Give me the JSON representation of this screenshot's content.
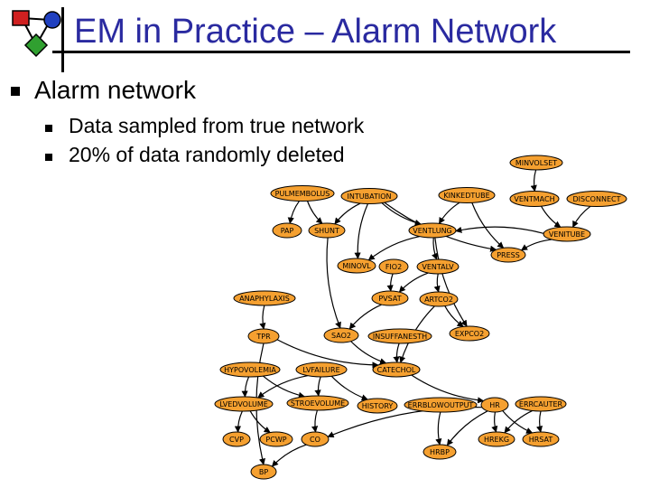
{
  "slide": {
    "title": "EM in Practice – Alarm Network",
    "bullet": "Alarm network",
    "sub_bullets": [
      "Data sampled from true network",
      "20% of data randomly deleted"
    ]
  },
  "colors": {
    "title": "#2a2aa0",
    "node_fill": "#f5a030",
    "node_stroke": "#000000"
  },
  "network": {
    "nodes": [
      {
        "id": "MINVOLSET",
        "label": "MINVOLSET"
      },
      {
        "id": "PULMEMBOLUS",
        "label": "PULMEMBOLUS"
      },
      {
        "id": "INTUBATION",
        "label": "INTUBATION"
      },
      {
        "id": "KINKEDTUBE",
        "label": "KINKEDTUBE"
      },
      {
        "id": "VENTMACH",
        "label": "VENTMACH"
      },
      {
        "id": "DISCONNECT",
        "label": "DISCONNECT"
      },
      {
        "id": "PAP",
        "label": "PAP"
      },
      {
        "id": "SHUNT",
        "label": "SHUNT"
      },
      {
        "id": "VENTLUNG",
        "label": "VENTLUNG"
      },
      {
        "id": "VENITUBE",
        "label": "VENITUBE"
      },
      {
        "id": "PRESS",
        "label": "PRESS"
      },
      {
        "id": "MINOVL",
        "label": "MINOVL"
      },
      {
        "id": "FIO2",
        "label": "FIO2"
      },
      {
        "id": "VENTALV",
        "label": "VENTALV"
      },
      {
        "id": "ANAPHYLAXIS",
        "label": "ANAPHYLAXIS"
      },
      {
        "id": "PVSAT",
        "label": "PVSAT"
      },
      {
        "id": "ARTCO2",
        "label": "ARTCO2"
      },
      {
        "id": "TPR",
        "label": "TPR"
      },
      {
        "id": "SAO2",
        "label": "SAO2"
      },
      {
        "id": "INSUFFANESTH",
        "label": "INSUFFANESTH"
      },
      {
        "id": "EXPCO2",
        "label": "EXPCO2"
      },
      {
        "id": "HYPOVOLEMIA",
        "label": "HYPOVOLEMIA"
      },
      {
        "id": "LVFAILURE",
        "label": "LVFAILURE"
      },
      {
        "id": "CATECHOL",
        "label": "CATECHOL"
      },
      {
        "id": "LVEDVOLUME",
        "label": "LVEDVOLUME"
      },
      {
        "id": "STROEVOLUME",
        "label": "STROEVOLUME"
      },
      {
        "id": "HISTORY",
        "label": "HISTORY"
      },
      {
        "id": "ERRBLOWOUTPUT",
        "label": "ERRBLOWOUTPUT"
      },
      {
        "id": "HR",
        "label": "HR"
      },
      {
        "id": "ERRCAUTER",
        "label": "ERRCAUTER"
      },
      {
        "id": "CVP",
        "label": "CVP"
      },
      {
        "id": "PCWP",
        "label": "PCWP"
      },
      {
        "id": "CO",
        "label": "CO"
      },
      {
        "id": "HREKG",
        "label": "HREKG"
      },
      {
        "id": "HRSAT",
        "label": "HRSAT"
      },
      {
        "id": "HRBP",
        "label": "HRBP"
      },
      {
        "id": "BP",
        "label": "BP"
      }
    ],
    "edges": [
      [
        "MINVOLSET",
        "VENTMACH"
      ],
      [
        "VENTMACH",
        "VENITUBE"
      ],
      [
        "DISCONNECT",
        "VENITUBE"
      ],
      [
        "PULMEMBOLUS",
        "PAP"
      ],
      [
        "PULMEMBOLUS",
        "SHUNT"
      ],
      [
        "INTUBATION",
        "SHUNT"
      ],
      [
        "INTUBATION",
        "VENTLUNG"
      ],
      [
        "INTUBATION",
        "MINOVL"
      ],
      [
        "INTUBATION",
        "PRESS"
      ],
      [
        "KINKEDTUBE",
        "VENTLUNG"
      ],
      [
        "KINKEDTUBE",
        "PRESS"
      ],
      [
        "VENITUBE",
        "VENTLUNG"
      ],
      [
        "VENITUBE",
        "PRESS"
      ],
      [
        "VENTLUNG",
        "MINOVL"
      ],
      [
        "VENTLUNG",
        "VENTALV"
      ],
      [
        "VENTLUNG",
        "EXPCO2"
      ],
      [
        "SHUNT",
        "SAO2"
      ],
      [
        "FIO2",
        "PVSAT"
      ],
      [
        "VENTALV",
        "PVSAT"
      ],
      [
        "VENTALV",
        "ARTCO2"
      ],
      [
        "PVSAT",
        "SAO2"
      ],
      [
        "ARTCO2",
        "EXPCO2"
      ],
      [
        "ARTCO2",
        "CATECHOL"
      ],
      [
        "ANAPHYLAXIS",
        "TPR"
      ],
      [
        "SAO2",
        "CATECHOL"
      ],
      [
        "INSUFFANESTH",
        "CATECHOL"
      ],
      [
        "TPR",
        "CATECHOL"
      ],
      [
        "TPR",
        "BP"
      ],
      [
        "HYPOVOLEMIA",
        "LVEDVOLUME"
      ],
      [
        "HYPOVOLEMIA",
        "STROEVOLUME"
      ],
      [
        "LVFAILURE",
        "HISTORY"
      ],
      [
        "LVFAILURE",
        "STROEVOLUME"
      ],
      [
        "LVFAILURE",
        "LVEDVOLUME"
      ],
      [
        "CATECHOL",
        "HR"
      ],
      [
        "LVEDVOLUME",
        "CVP"
      ],
      [
        "LVEDVOLUME",
        "PCWP"
      ],
      [
        "STROEVOLUME",
        "CO"
      ],
      [
        "HR",
        "CO"
      ],
      [
        "HR",
        "HREKG"
      ],
      [
        "HR",
        "HRSAT"
      ],
      [
        "HR",
        "HRBP"
      ],
      [
        "ERRBLOWOUTPUT",
        "HRBP"
      ],
      [
        "ERRCAUTER",
        "HREKG"
      ],
      [
        "ERRCAUTER",
        "HRSAT"
      ],
      [
        "CO",
        "BP"
      ]
    ]
  }
}
